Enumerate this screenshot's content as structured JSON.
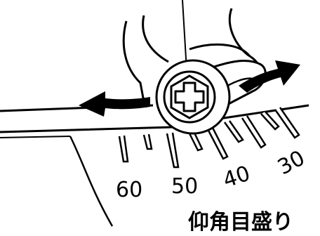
{
  "scale": {
    "marks": [
      "60",
      "50",
      "40",
      "30"
    ]
  },
  "caption": "仰角目盛り"
}
